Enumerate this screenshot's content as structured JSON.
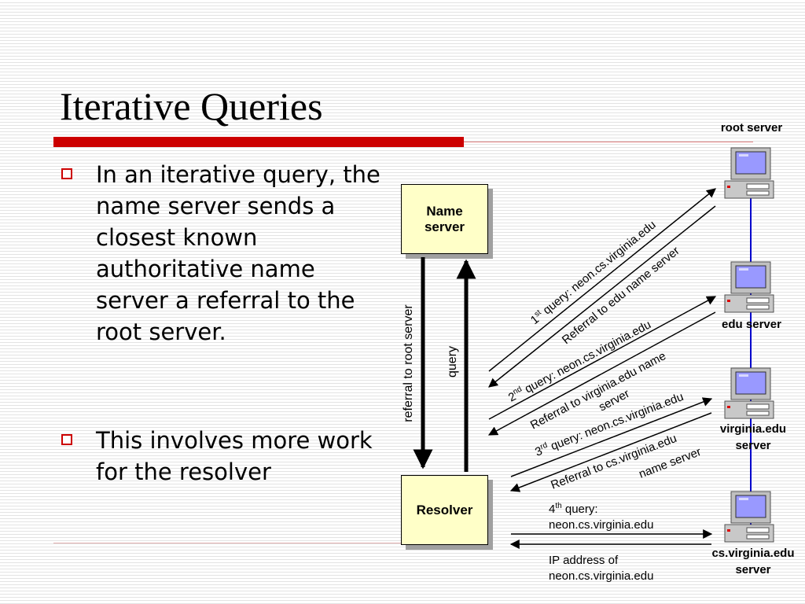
{
  "slide": {
    "title": "Iterative Queries",
    "bullets": [
      "In an iterative query, the name server  sends a closest known authoritative name server a referral to the root server.",
      "This involves more work for the resolver"
    ]
  },
  "diagram": {
    "name_server_line1": "Name",
    "name_server_line2": "server",
    "resolver_label": "Resolver",
    "vertical_labels": {
      "referral_to_root": "referral to root server",
      "query": "query"
    },
    "servers": {
      "root": "root server",
      "edu": "edu server",
      "virginia_line1": "virginia.edu",
      "virginia_line2": "server",
      "cs_line1": "cs.virginia.edu",
      "cs_line2": "server"
    },
    "messages": {
      "q1_num": "1",
      "q1_sup": "st",
      "q1_text": " query: neon.cs.virginia.edu",
      "r1": "Referral to edu name server",
      "q2_num": "2",
      "q2_sup": "nd",
      "q2_text": " query: neon.cs.virginia.edu",
      "r2_line1": "Referral to virginia.edu name",
      "r2_line2": "server",
      "q3_num": "3",
      "q3_sup": "rd",
      "q3_text": " query: neon.cs.virginia.edu",
      "r3_line1": "Referral to cs.virginia.edu",
      "r3_line2": "name server",
      "q4_num": "4",
      "q4_sup": "th",
      "q4_text": " query:",
      "q4_line2": "neon.cs.virginia.edu",
      "ip_line1": "IP address of",
      "ip_line2": "neon.cs.virginia.edu"
    }
  },
  "colors": {
    "accent_red": "#cc0000",
    "box_fill": "#ffffc8",
    "link_blue": "#0000cc"
  }
}
